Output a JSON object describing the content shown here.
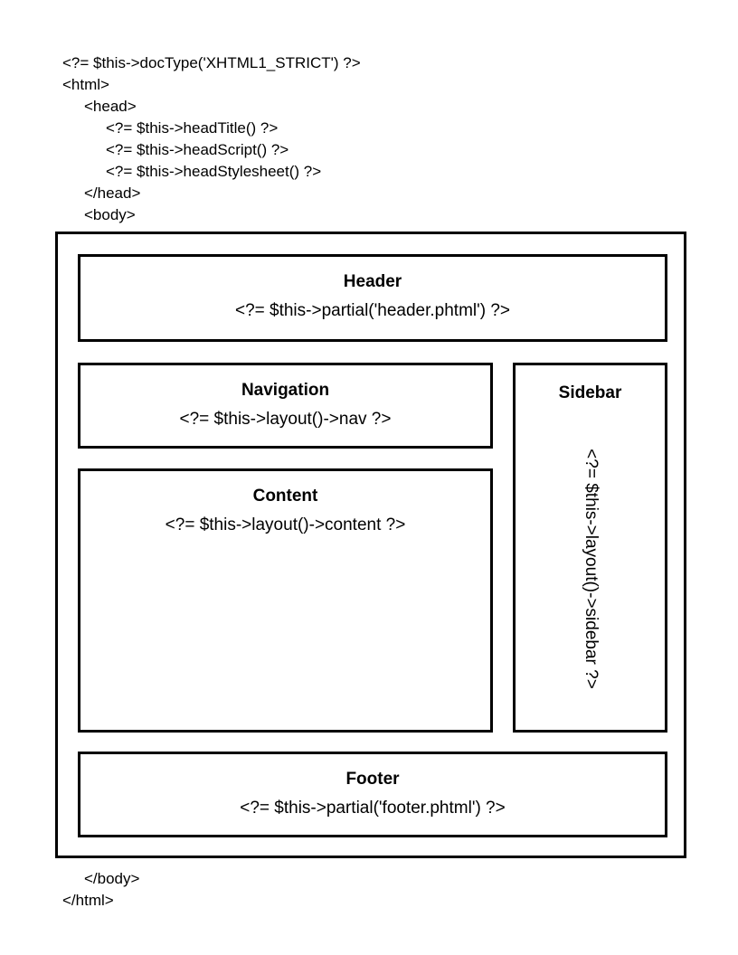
{
  "document": {
    "type": "code-diagram",
    "language": "php-phtml",
    "background": "#ffffff",
    "foreground": "#000000"
  },
  "code_top": [
    {
      "text": "<?= $this->docType('XHTML1_STRICT') ?>",
      "indent": 0
    },
    {
      "text": "<html>",
      "indent": 0
    },
    {
      "text": "<head>",
      "indent": 1
    },
    {
      "text": "<?= $this->headTitle() ?>",
      "indent": 2
    },
    {
      "text": "<?= $this->headScript() ?>",
      "indent": 2
    },
    {
      "text": "<?= $this->headStylesheet() ?>",
      "indent": 2
    },
    {
      "text": "</head>",
      "indent": 1
    },
    {
      "text": "<body>",
      "indent": 1
    }
  ],
  "layout": {
    "header": {
      "title": "Header",
      "code": "<?= $this->partial('header.phtml') ?>"
    },
    "navigation": {
      "title": "Navigation",
      "code": "<?= $this->layout()->nav ?>"
    },
    "content": {
      "title": "Content",
      "code": "<?= $this->layout()->content ?>"
    },
    "sidebar": {
      "title": "Sidebar",
      "code": "<?= $this->layout()->sidebar ?>",
      "code_orientation": "rotated-90-clockwise"
    },
    "footer": {
      "title": "Footer",
      "code": "<?= $this->partial('footer.phtml') ?>"
    }
  },
  "code_bottom": [
    {
      "text": "</body>",
      "indent": 1
    },
    {
      "text": "</html>",
      "indent": 0
    }
  ]
}
